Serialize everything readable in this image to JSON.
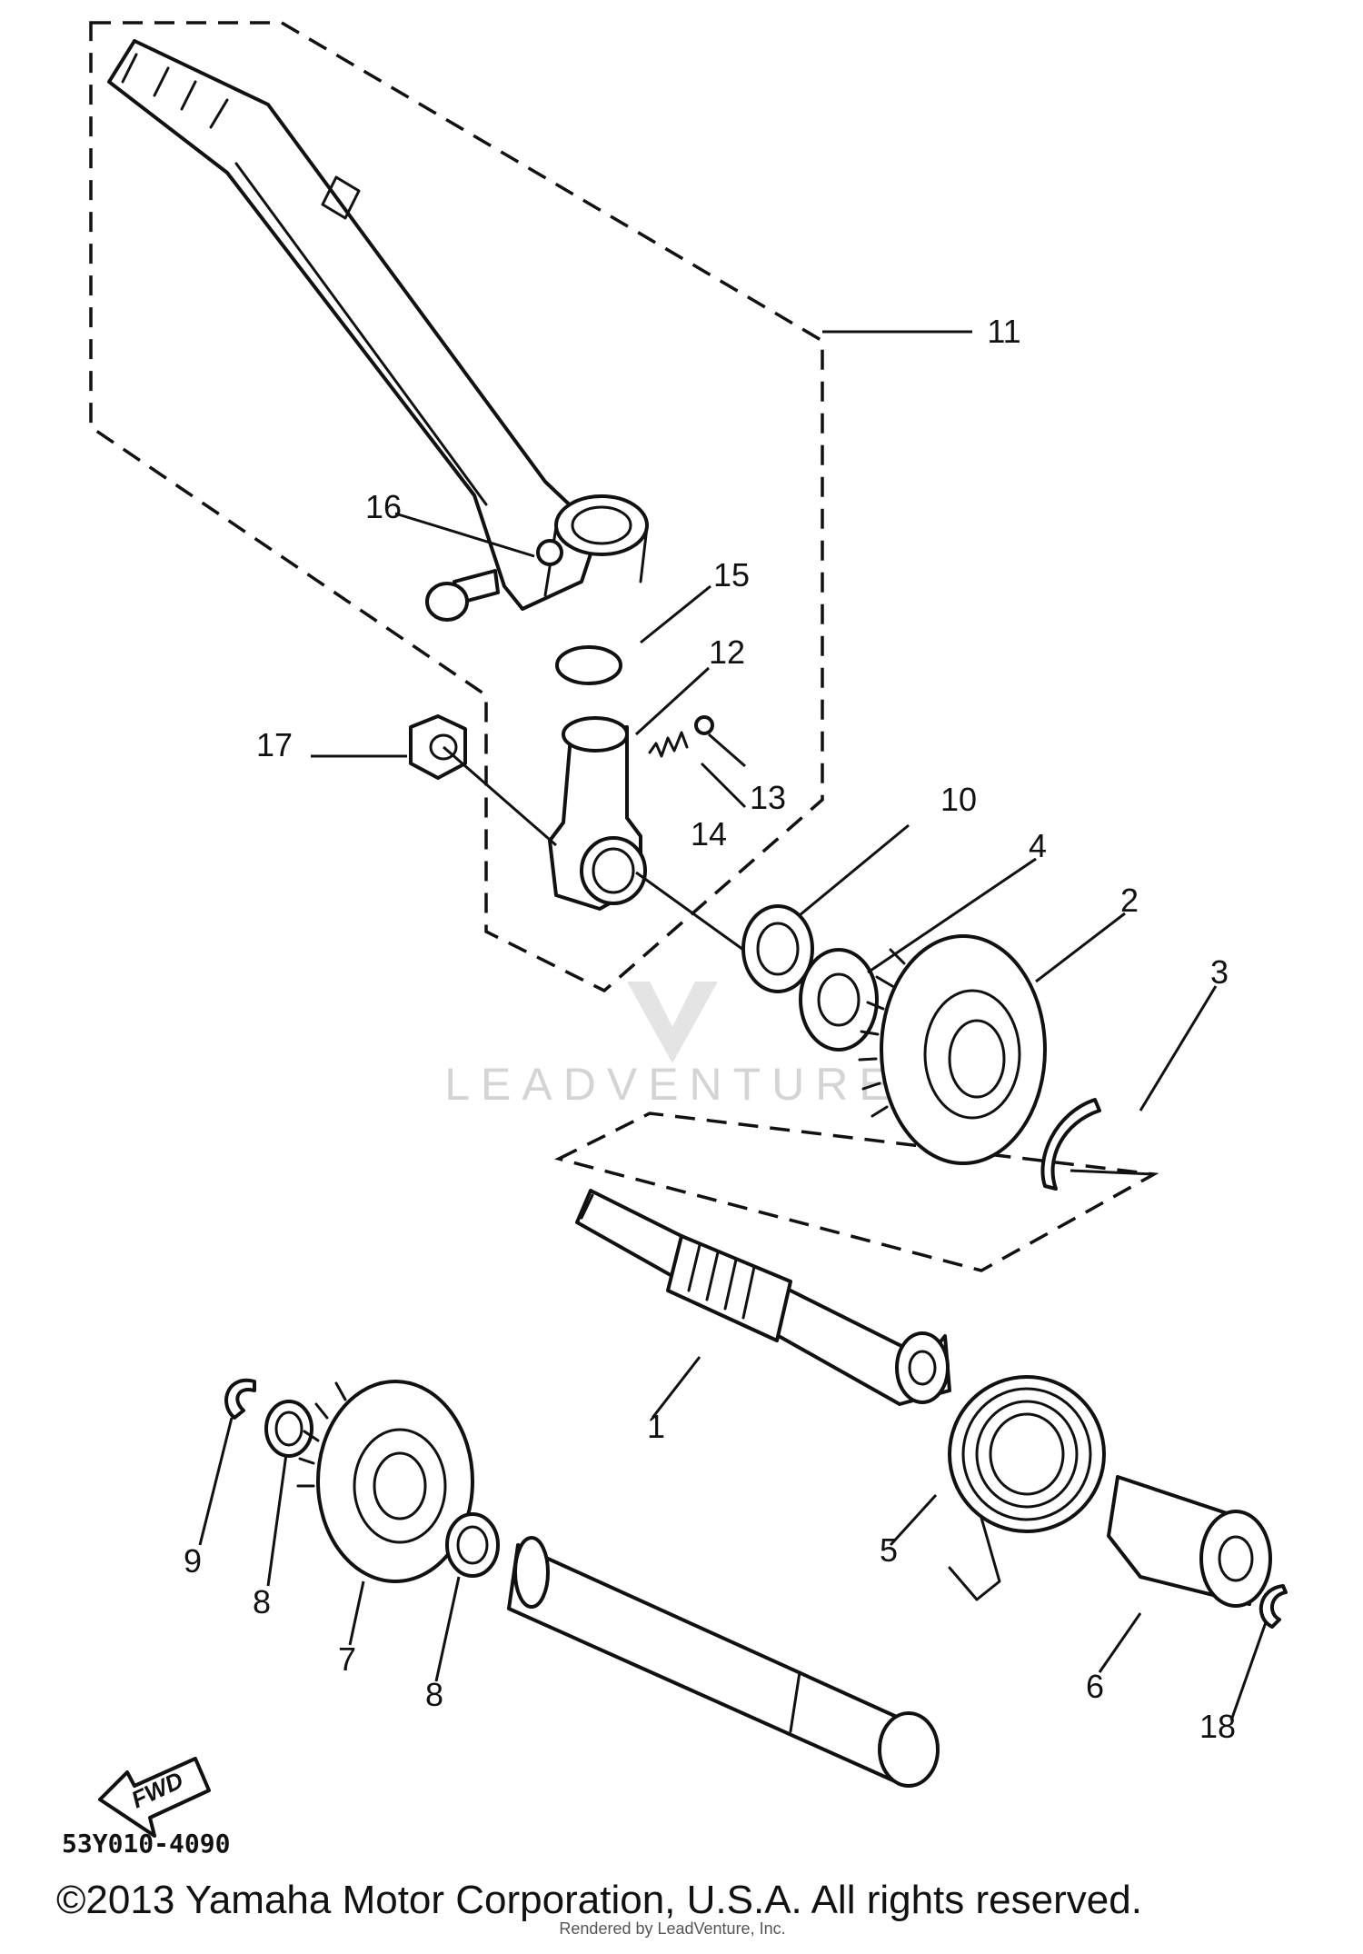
{
  "watermark": {
    "text": "LEADVENTURE"
  },
  "fwd_label": "FWD",
  "diagram_code": "53Y010-4090",
  "copyright": "©2013 Yamaha Motor Corporation, U.S.A. All rights reserved.",
  "rendered_by": "Rendered by LeadVenture, Inc.",
  "callouts": [
    {
      "id": "1",
      "label": "1"
    },
    {
      "id": "2",
      "label": "2"
    },
    {
      "id": "3",
      "label": "3"
    },
    {
      "id": "4",
      "label": "4"
    },
    {
      "id": "5",
      "label": "5"
    },
    {
      "id": "6",
      "label": "6"
    },
    {
      "id": "7",
      "label": "7"
    },
    {
      "id": "8a",
      "label": "8"
    },
    {
      "id": "8b",
      "label": "8"
    },
    {
      "id": "9",
      "label": "9"
    },
    {
      "id": "10",
      "label": "10"
    },
    {
      "id": "11",
      "label": "11"
    },
    {
      "id": "12",
      "label": "12"
    },
    {
      "id": "13",
      "label": "13"
    },
    {
      "id": "14",
      "label": "14"
    },
    {
      "id": "15",
      "label": "15"
    },
    {
      "id": "16",
      "label": "16"
    },
    {
      "id": "17",
      "label": "17"
    },
    {
      "id": "18",
      "label": "18"
    }
  ]
}
